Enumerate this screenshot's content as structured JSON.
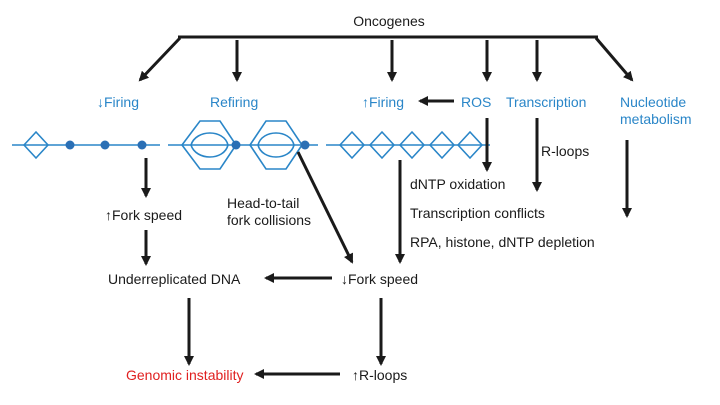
{
  "colors": {
    "black": "#1a1a1a",
    "blue": "#2a86c8",
    "red": "#e02020",
    "dot": "#2a6fb5"
  },
  "nodes": {
    "oncogenes": "Oncogenes",
    "down_firing": "↓Firing",
    "refiring": "Refiring",
    "up_firing": "↑Firing",
    "ros": "ROS",
    "transcription": "Transcription",
    "nucleotide_metabolism_line1": "Nucleotide",
    "nucleotide_metabolism_line2": "metabolism",
    "up_fork_speed": "↑Fork speed",
    "head_to_tail_line1": "Head-to-tail",
    "head_to_tail_line2": "fork collisions",
    "r_loops_small": "R-loops",
    "dntp_oxidation": "dNTP oxidation",
    "transcription_conflicts": "Transcription conflicts",
    "rpa_depletion": "RPA, histone, dNTP depletion",
    "underreplicated_dna": "Underreplicated DNA",
    "down_fork_speed": "↓Fork speed",
    "genomic_instability": "Genomic instability",
    "up_r_loops": "↑R-loops"
  }
}
